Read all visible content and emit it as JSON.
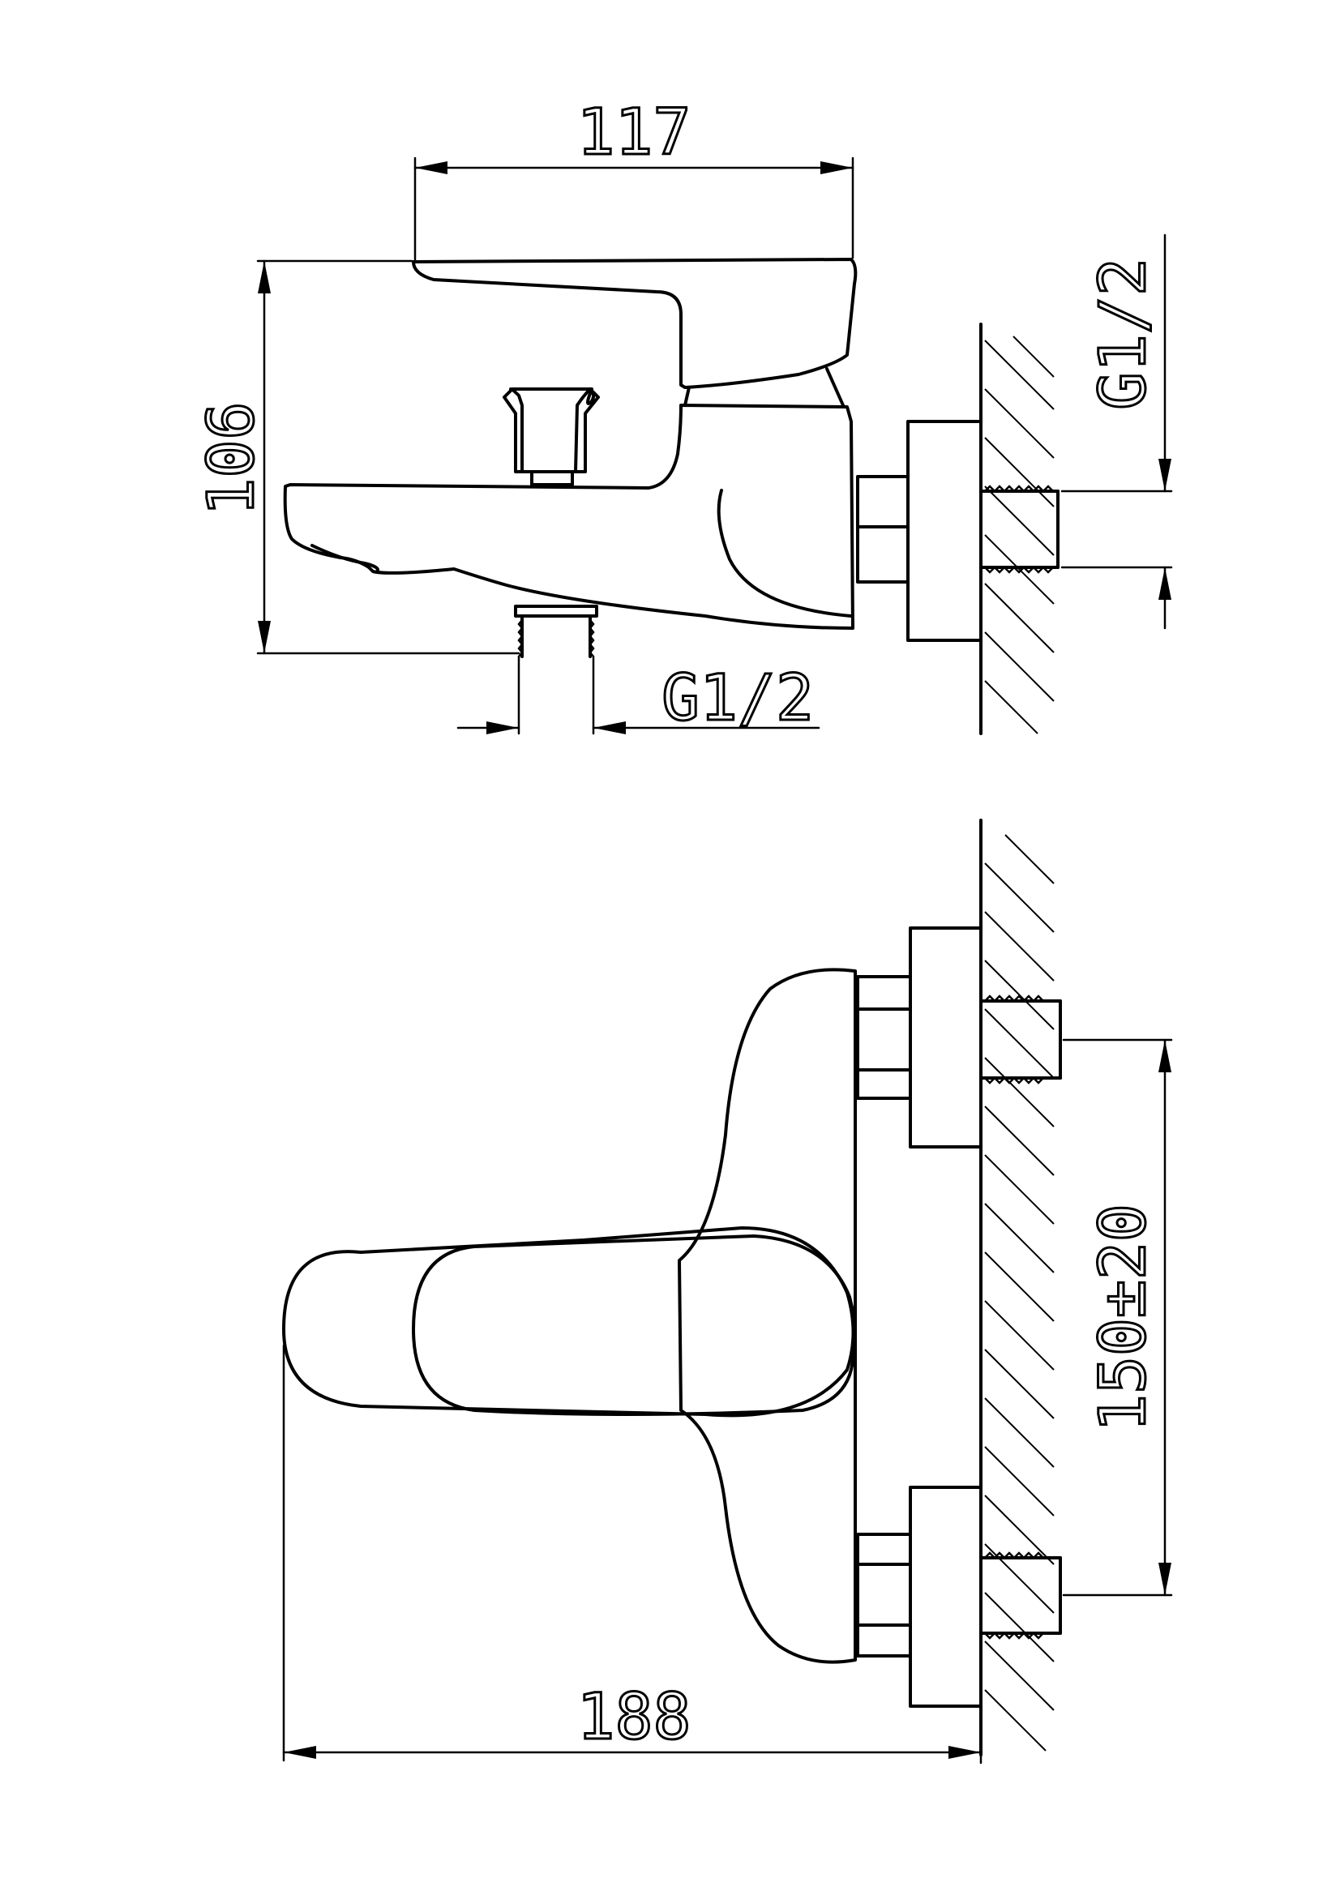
{
  "dimensions": {
    "top_width": "117",
    "top_height": "106",
    "thread_bottom": "G1/2",
    "thread_right": "G1/2",
    "center_distance": "150±20",
    "overall_width": "188"
  }
}
